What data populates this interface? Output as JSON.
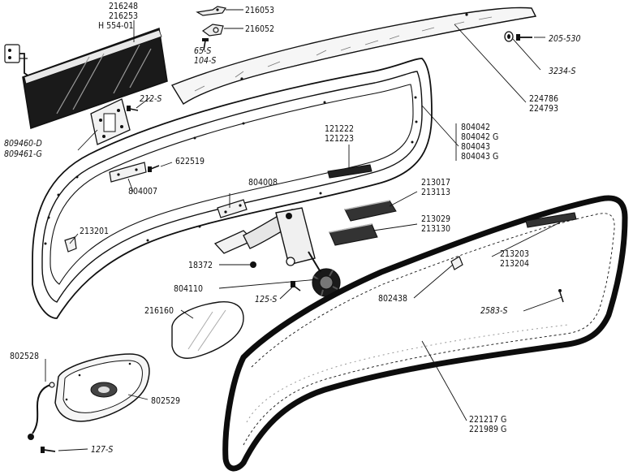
{
  "labels": {
    "p216248": "216248",
    "p216253": "216253",
    "h55401": "H 554-01",
    "p216053": "216053",
    "p216052": "216052",
    "p65s": "65-S",
    "p104s": "104-S",
    "p205530": "205-530",
    "p3234s": "3234-S",
    "p224786": "224786",
    "p224793": "224793",
    "p212s": "212-S",
    "p809460d": "809460-D",
    "p809461g": "809461-G",
    "p622519": "622519",
    "p804007": "804007",
    "p804008": "804008",
    "p121222": "121222",
    "p121223": "121223",
    "p804042": "804042",
    "p804042g": "804042 G",
    "p804043": "804043",
    "p804043g": "804043 G",
    "p213017": "213017",
    "p213113": "213113",
    "p213029": "213029",
    "p213130": "213130",
    "p213201": "213201",
    "p213203": "213203",
    "p213204": "213204",
    "p18372": "18372",
    "p804110": "804110",
    "p125s": "125-S",
    "p802438": "802438",
    "p2583s": "2583-S",
    "p216160": "216160",
    "p802528": "802528",
    "p802529": "802529",
    "p127s": "127-S",
    "p221217g": "221217 G",
    "p221989g": "221989 G"
  },
  "colors": {
    "ink": "#111111",
    "paper": "#ffffff",
    "glass": "#1a1a1a",
    "rubber": "#0d0d0d"
  }
}
